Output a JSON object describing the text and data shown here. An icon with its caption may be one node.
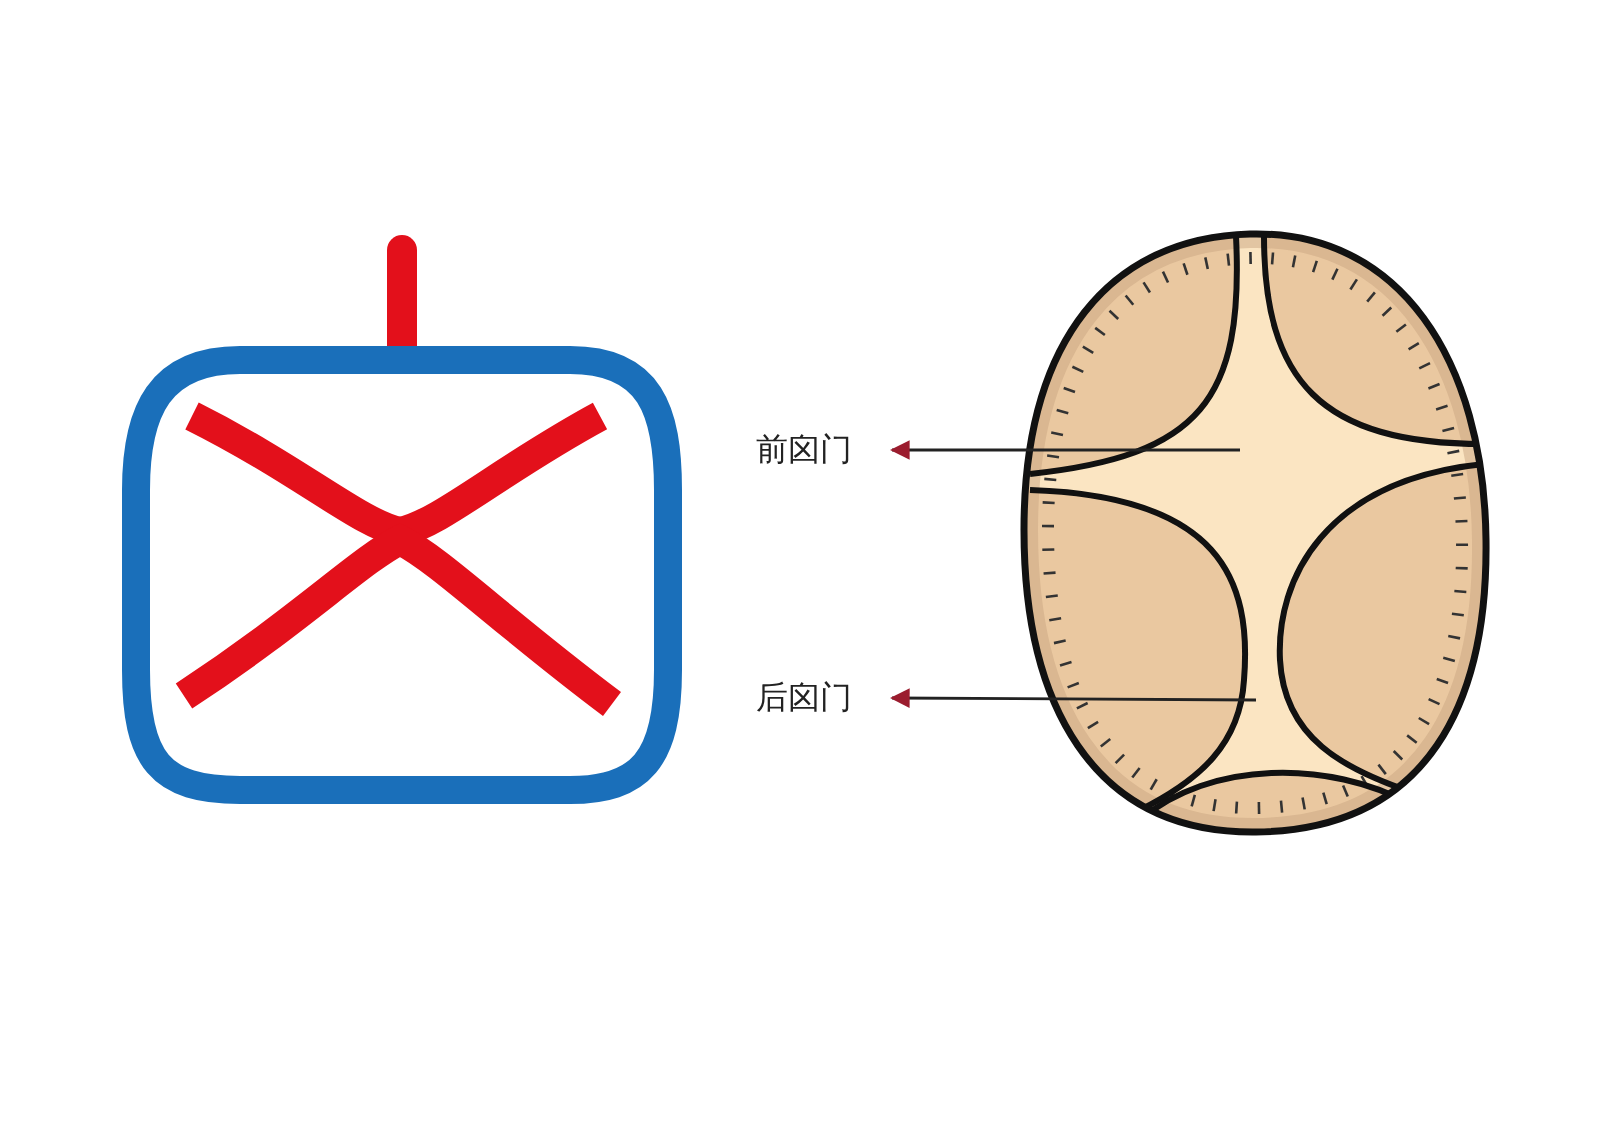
{
  "diagram": {
    "nodes": [
      {
        "text": [
          "前囟门"
        ]
      },
      {
        "text": [
          "后囟门"
        ]
      }
    ],
    "edges": [
      {
        "from": null,
        "to": 0,
        "arrow": "to"
      },
      {
        "from": null,
        "to": 1,
        "arrow": "to"
      }
    ]
  }
}
